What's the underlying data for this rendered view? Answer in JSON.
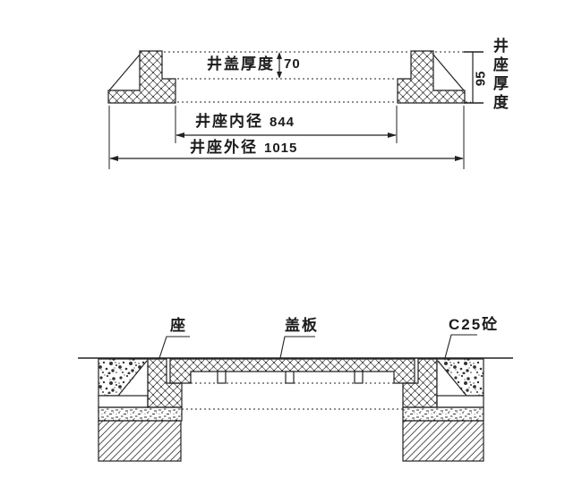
{
  "colors": {
    "background": "#ffffff",
    "line": "#222222",
    "hatch": "#3a3a3a"
  },
  "top_drawing": {
    "cover_thickness_label": "井盖厚度",
    "cover_thickness_value": "70",
    "seat_inner_label": "井座内径",
    "seat_inner_value": "844",
    "seat_outer_label": "井座外径",
    "seat_outer_value": "1015",
    "seat_thickness_value": "95",
    "seat_thickness_label": "井座厚度"
  },
  "bottom_drawing": {
    "seat_label": "座",
    "cover_plate_label": "盖板",
    "concrete_label": "C25砼"
  }
}
